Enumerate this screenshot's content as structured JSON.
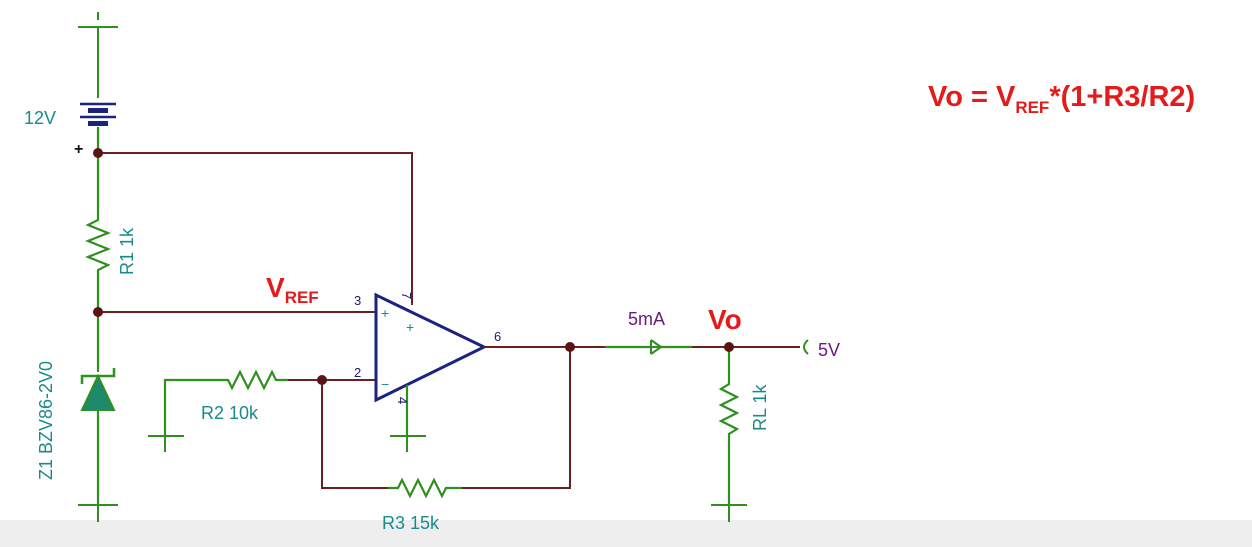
{
  "equation": {
    "lhs": "Vo = V",
    "sub": "REF",
    "rhs": "*(1+R3/R2)"
  },
  "labels": {
    "supply": "12V",
    "supply_polarity": "+",
    "r1": "R1 1k",
    "r2": "R2 10k",
    "r3": "R3 15k",
    "rl": "RL 1k",
    "zener": "Z1 BZV86-2V0",
    "vref_main": "V",
    "vref_sub": "REF",
    "vo": "Vo",
    "current": "5mA",
    "output_voltage": "5V"
  },
  "pins": {
    "in_plus": "3",
    "in_minus": "2",
    "output": "6",
    "vplus": "7",
    "vminus": "4",
    "plus_sign": "+",
    "minus_sign": "−"
  },
  "colors": {
    "wire": "#6b1f1f",
    "component": "#2f8f1f",
    "opamp": "#1a237e",
    "label": "#1a8a8a",
    "highlight": "#e41b1b",
    "probe": "#6a1b82"
  }
}
